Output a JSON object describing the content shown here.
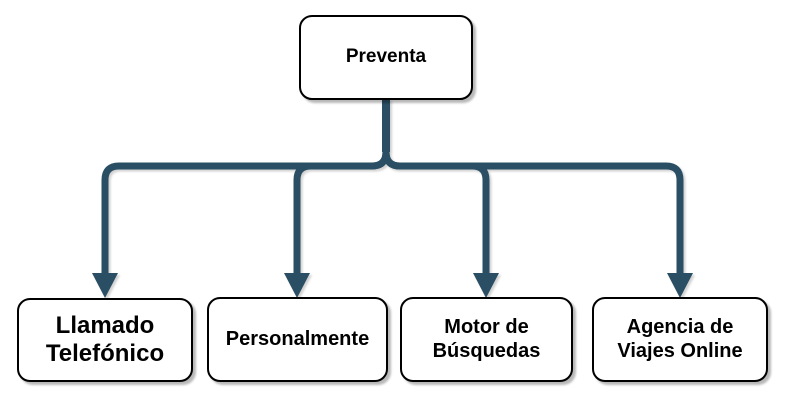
{
  "diagram": {
    "title": "Preventa channels tree diagram",
    "root": {
      "label": "Preventa"
    },
    "children": [
      {
        "label": "Llamado Telefónico",
        "lines": [
          "Llamado",
          "Telefónico"
        ]
      },
      {
        "label": "Personalmente",
        "lines": [
          "Personalmente",
          ""
        ]
      },
      {
        "label": "Motor de Búsquedas",
        "lines": [
          "Motor de",
          "Búsquedas"
        ]
      },
      {
        "label": "Agencia de Viajes Online",
        "lines": [
          "Agencia de",
          "Viajes Online"
        ]
      }
    ],
    "colors": {
      "connector": "#2a4e63",
      "box_background": "#ffffff",
      "box_border": "#000000",
      "text": "#000000"
    }
  }
}
